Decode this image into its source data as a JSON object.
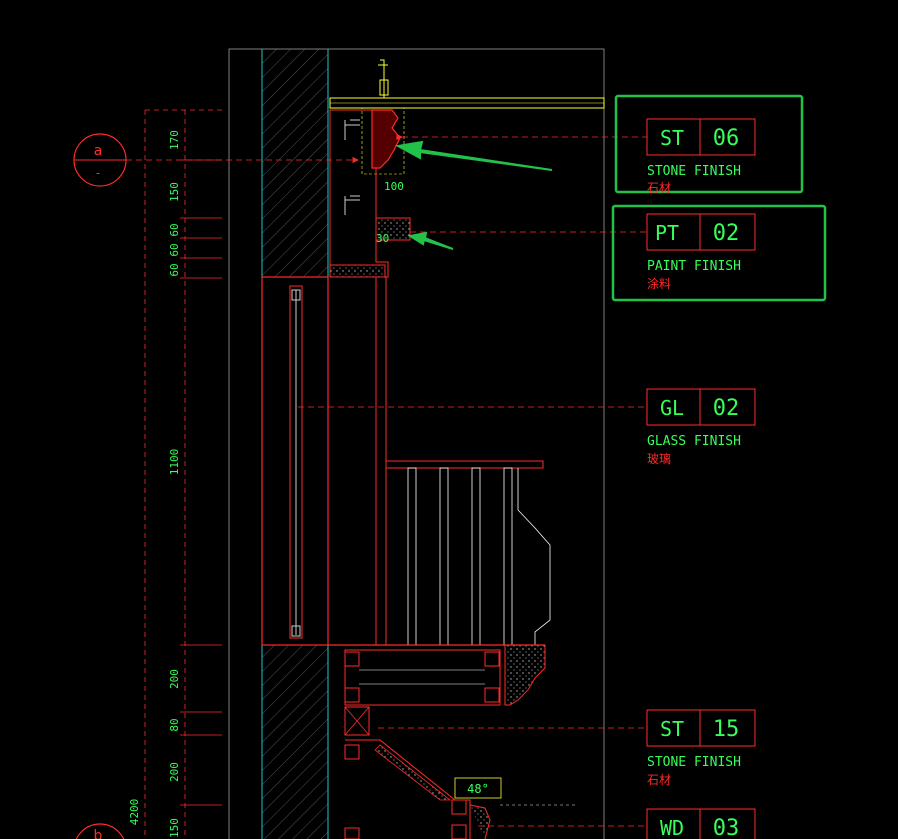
{
  "section_markers": [
    {
      "top": "a",
      "bottom": "-"
    },
    {
      "top": "b",
      "bottom": ""
    }
  ],
  "dimensions": {
    "upper": [
      "170",
      "150",
      "60",
      "60",
      "60",
      "60",
      "1100"
    ],
    "lower": [
      "200",
      "80",
      "200",
      "150"
    ],
    "overall": "4200",
    "detail_100": "100",
    "detail_30": "30",
    "angle": "48°"
  },
  "tags": [
    {
      "code": "ST",
      "num": "06",
      "finish": "STONE FINISH",
      "cn": "石材",
      "highlighted": true
    },
    {
      "code": "PT",
      "num": "02",
      "finish": "PAINT FINISH",
      "cn": "涂料",
      "highlighted": true
    },
    {
      "code": "GL",
      "num": "02",
      "finish": "GLASS FINISH",
      "cn": "玻璃",
      "highlighted": false
    },
    {
      "code": "ST",
      "num": "15",
      "finish": "STONE FINISH",
      "cn": "石材",
      "highlighted": false
    },
    {
      "code": "WD",
      "num": "03",
      "finish": "",
      "cn": "",
      "highlighted": false
    }
  ],
  "colors": {
    "background": "#000000",
    "red": "#ff2a2a",
    "green": "#36ff5a",
    "cyan": "#19c8c8",
    "yellow": "#ffff33",
    "highlight": "#22c24a",
    "frame": "#9aa0a0"
  }
}
